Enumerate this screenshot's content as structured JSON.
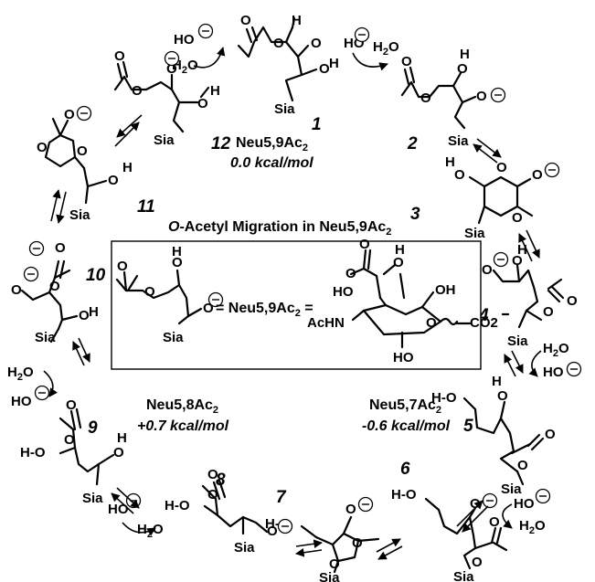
{
  "title": {
    "prefix": "O",
    "rest": "-Acetyl Migration in Neu5,9Ac"
  },
  "states": [
    {
      "compound": "Neu5,9Ac",
      "energy": "0.0 kcal/mol"
    },
    {
      "compound": "Neu5,8Ac",
      "energy": "+0.7 kcal/mol"
    },
    {
      "compound": "Neu5,7Ac",
      "energy": "-0.6 kcal/mol"
    }
  ],
  "numbers": [
    "1",
    "2",
    "3",
    "4",
    "5",
    "6",
    "7",
    "8",
    "9",
    "10",
    "11",
    "12"
  ],
  "atoms": {
    "O": "O",
    "H": "H",
    "Sia": "Sia",
    "HO": "HO",
    "H2O": "H2O",
    "AcHN": "AcHN",
    "CO2": "CO2",
    "HO_dash": "H-O",
    "sub2": "2"
  },
  "box": {
    "eq": "= Neu5,9Ac",
    "eq_end": " ="
  }
}
